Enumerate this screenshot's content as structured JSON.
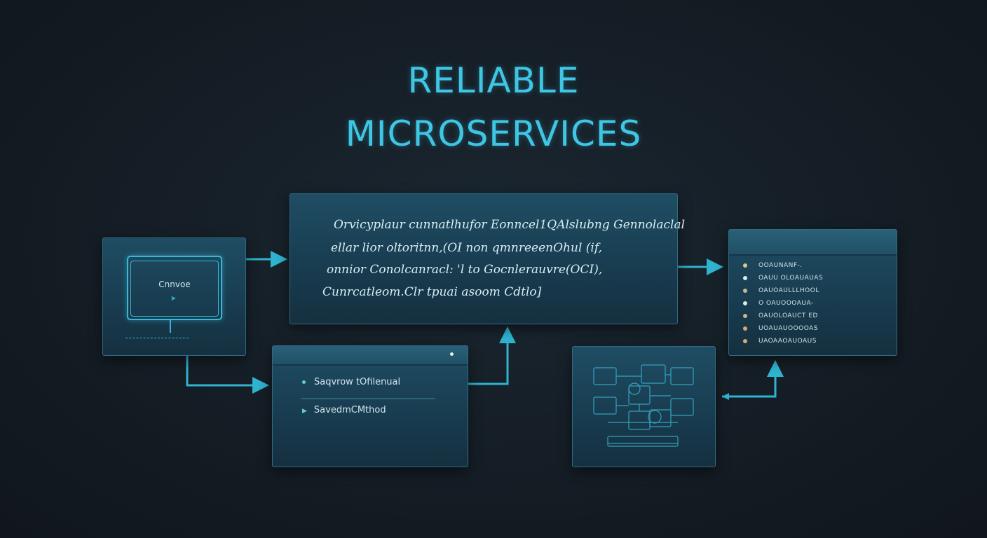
{
  "title": {
    "line1": "RELIABLE",
    "line2": "MICROSERVICES"
  },
  "client_card": {
    "screen_label": "Cnnvoe",
    "icon": "monitor-icon"
  },
  "main_card": {
    "lines": [
      "Orvicyplaur cunnatlhufor Eonncel1QAlslubng Gennolaclal",
      "ellar lior oltoritnn,(OI non qmnreeenOhul (if,",
      "onnior Conolcanracl: 'l to Gocnlerauvre(OCI),",
      "Cunrcatleom.Clr tpuai asoom Cdtlo]"
    ]
  },
  "list_card": {
    "items": [
      {
        "label": "OOAUNANF-.",
        "color": "#d9c79a"
      },
      {
        "label": "OAUU OLOAUAUAS",
        "color": "#d7ece8"
      },
      {
        "label": "OAUOAULLLHOOL",
        "color": "#cdb592"
      },
      {
        "label": "O OAUOOOAUA-",
        "color": "#d7ece8"
      },
      {
        "label": "OAUOLOAUCT ED",
        "color": "#cdb592"
      },
      {
        "label": "UOAUAUOOOOAS",
        "color": "#d9a878"
      },
      {
        "label": "UAOAAOAUOAUS",
        "color": "#d9a878"
      }
    ]
  },
  "method_card": {
    "items": [
      "Saqvrow tOfilenual",
      "SavedmCMthod"
    ]
  },
  "diagram_card": {
    "icon": "service-topology-icon"
  },
  "colors": {
    "accent": "#3ec6e4",
    "card": "#1f4d63",
    "background": "#141c24"
  }
}
